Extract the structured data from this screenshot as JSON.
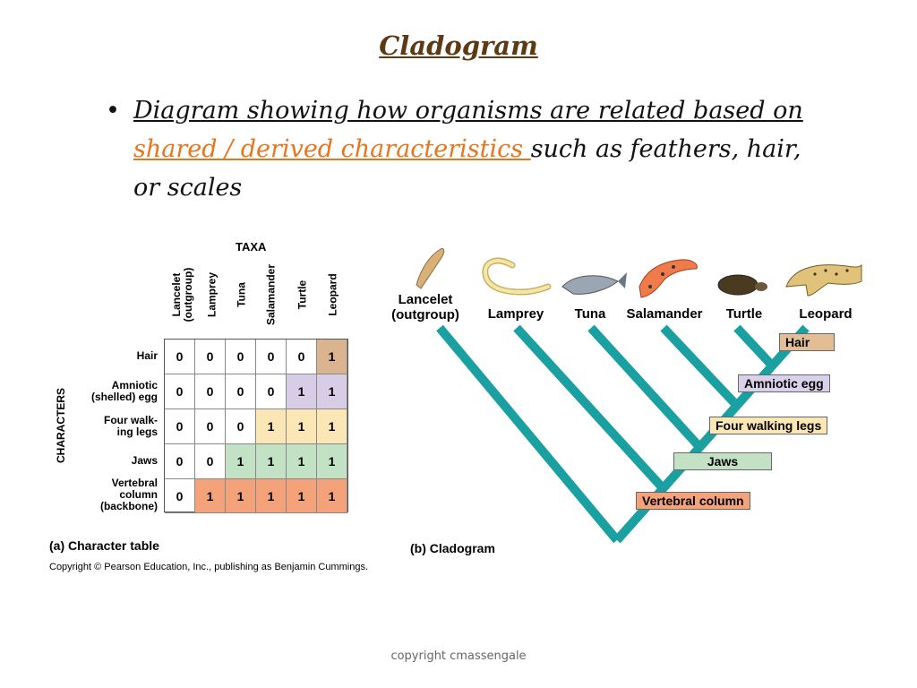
{
  "slide": {
    "title": "Cladogram",
    "bullet_symbol": "•",
    "bullet_part1": "Diagram showing how organisms are related based on ",
    "bullet_part2": "shared / derived characteristics ",
    "bullet_part3": "such as feathers, hair, or scales",
    "footer": "copyright cmassengale"
  },
  "table": {
    "taxa_header": "TAXA",
    "characters_header": "CHARACTERS",
    "taxa": [
      "Lancelet (outgroup)",
      "Lamprey",
      "Tuna",
      "Salamander",
      "Turtle",
      "Leopard"
    ],
    "rows": [
      {
        "label": "Hair",
        "values": [
          "0",
          "0",
          "0",
          "0",
          "0",
          "1"
        ]
      },
      {
        "label": "Amniotic (shelled) egg",
        "values": [
          "0",
          "0",
          "0",
          "0",
          "1",
          "1"
        ]
      },
      {
        "label": "Four walk- ing legs",
        "values": [
          "0",
          "0",
          "0",
          "1",
          "1",
          "1"
        ]
      },
      {
        "label": "Jaws",
        "values": [
          "0",
          "0",
          "1",
          "1",
          "1",
          "1"
        ]
      },
      {
        "label": "Vertebral column (backbone)",
        "values": [
          "0",
          "1",
          "1",
          "1",
          "1",
          "1"
        ]
      }
    ],
    "colors": [
      "#d9b48f",
      "#d7cde6",
      "#fbe7b5",
      "#c3e2c5",
      "#f3a27a"
    ],
    "caption": "(a) Character table",
    "copyright": "Copyright © Pearson Education, Inc., publishing as Benjamin Cummings."
  },
  "cladogram": {
    "taxa": [
      "Lancelet (outgroup)",
      "Lamprey",
      "Tuna",
      "Salamander",
      "Turtle",
      "Leopard"
    ],
    "traits": [
      "Hair",
      "Amniotic egg",
      "Four walking legs",
      "Jaws",
      "Vertebral column"
    ],
    "caption": "(b) Cladogram",
    "line_color": "#1aa0a0"
  }
}
